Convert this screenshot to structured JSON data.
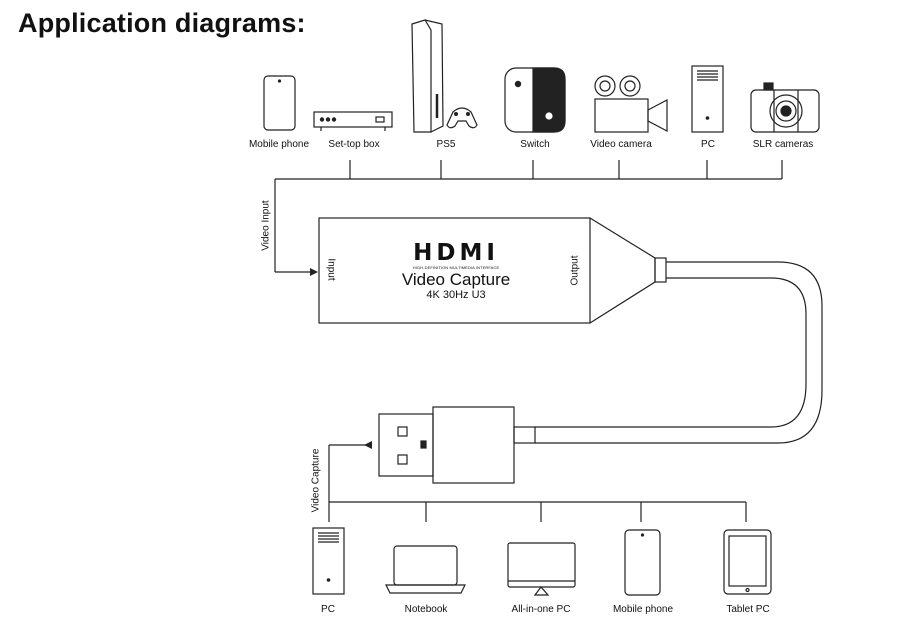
{
  "title": "Application diagrams:",
  "input_devices": {
    "mobile_phone": "Mobile phone",
    "set_top_box": "Set-top box",
    "ps5": "PS5",
    "switch": "Switch",
    "video_camera": "Video camera",
    "pc": "PC",
    "slr_cameras": "SLR cameras"
  },
  "output_devices": {
    "pc": "PC",
    "notebook": "Notebook",
    "all_in_one_pc": "All-in-one PC",
    "mobile_phone": "Mobile phone",
    "tablet_pc": "Tablet PC"
  },
  "labels": {
    "video_input": "Video Input",
    "video_capture_side": "Video Capture",
    "input_port": "Input",
    "output_port": "Output"
  },
  "dongle": {
    "logo": "HDMI",
    "logo_tagline": "HIGH-DEFINITION MULTIMEDIA INTERFACE",
    "product": "Video Capture",
    "spec": "4K 30Hz U3"
  }
}
